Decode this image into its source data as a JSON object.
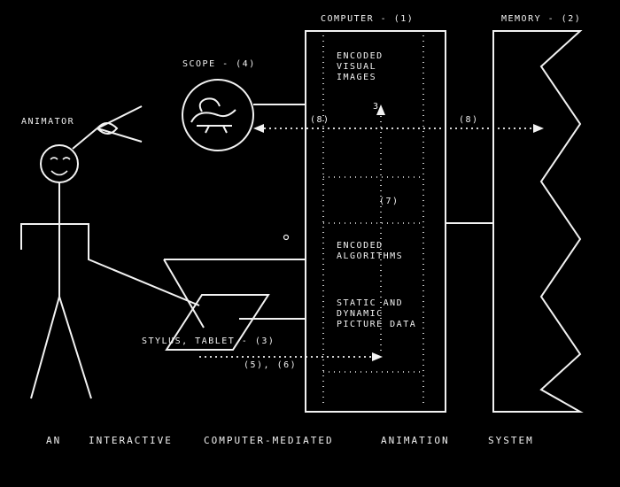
{
  "labels": {
    "computer": "COMPUTER - (1)",
    "memory": "MEMORY - (2)",
    "scope": "SCOPE - (4)",
    "animator": "ANIMATOR",
    "stylus_tablet": "STYLUS, TABLET - (3)",
    "encoded_visual_images": "ENCODED VISUAL IMAGES",
    "encoded_algorithms": "ENCODED ALGORITHMS",
    "static_dynamic_data": "STATIC AND DYNAMIC PICTURE DATA"
  },
  "markers": {
    "arrow_8_left": "(8)",
    "arrow_8_right": "(8)",
    "arrow_7": "(7)",
    "arrow_5_6": "(5), (6)",
    "small_3": "3"
  },
  "caption": [
    "AN",
    "INTERACTIVE",
    "COMPUTER-MEDIATED",
    "ANIMATION",
    "SYSTEM"
  ],
  "colors": {
    "background": "#000000",
    "line": "#f2f2f2"
  }
}
